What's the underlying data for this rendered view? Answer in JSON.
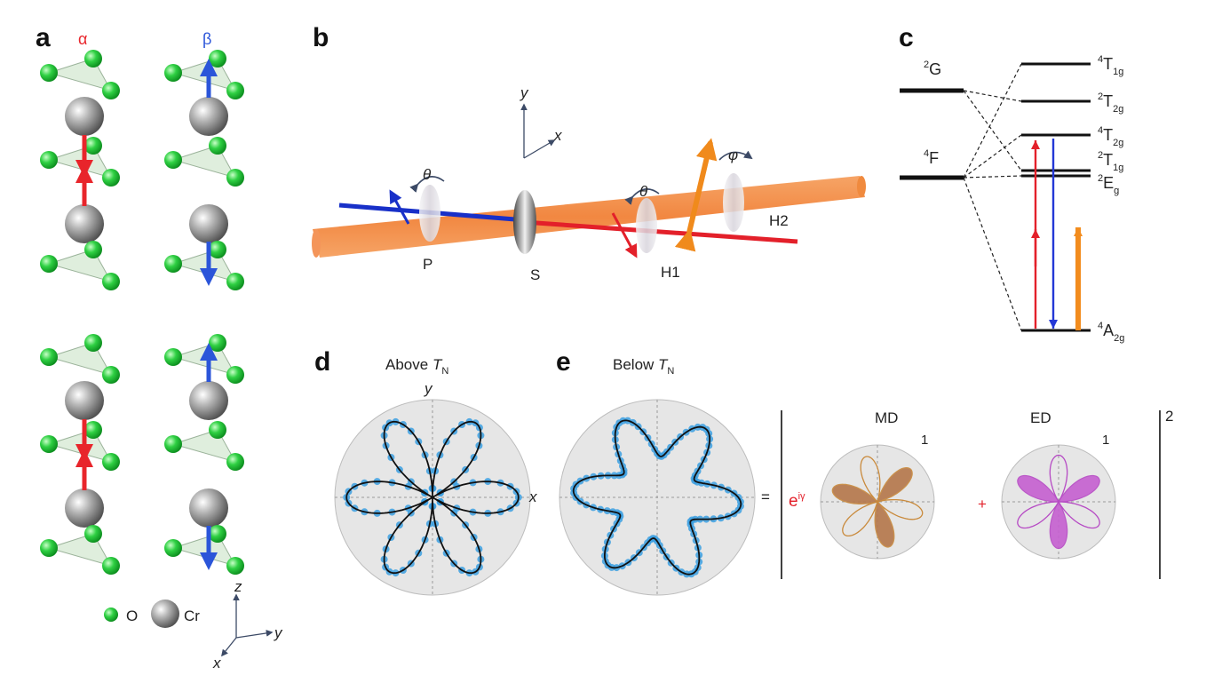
{
  "panels": {
    "a": {
      "letter": "a",
      "alpha_label": "α",
      "beta_label": "β",
      "legend": {
        "o_label": "O",
        "cr_label": "Cr"
      },
      "axes": {
        "z": "z",
        "y": "y",
        "x": "x"
      },
      "colors": {
        "oxygen": "#22c23a",
        "chromium": "#9a9a9a",
        "spin_alpha": "#e8252b",
        "spin_beta": "#2b55d9"
      }
    },
    "b": {
      "letter": "b",
      "axes": {
        "y": "y",
        "x": "x"
      },
      "theta1": "θ",
      "theta2": "θ",
      "phi": "φ",
      "labels": {
        "p": "P",
        "s": "S",
        "h1": "H1",
        "h2": "H2"
      },
      "colors": {
        "pump": "#f07a2c",
        "probe_in": "#1830c8",
        "probe_out": "#e3202a"
      }
    },
    "c": {
      "letter": "c",
      "left_levels": [
        {
          "sup": "2",
          "main": "G"
        },
        {
          "sup": "4",
          "main": "F"
        }
      ],
      "right_levels": [
        {
          "sup": "4",
          "main": "T",
          "sub": "1g"
        },
        {
          "sup": "2",
          "main": "T",
          "sub": "2g"
        },
        {
          "sup": "4",
          "main": "T",
          "sub": "2g"
        },
        {
          "sup": "2",
          "main": "T",
          "sub": "1g"
        },
        {
          "sup": "2",
          "main": "E",
          "sub": "g"
        },
        {
          "sup": "4",
          "main": "A",
          "sub": "2g"
        }
      ]
    },
    "d": {
      "letter": "d",
      "title_prefix": "Above ",
      "title_T": "T",
      "title_sub": "N",
      "axis_y": "y",
      "axis_x": "x"
    },
    "e": {
      "letter": "e",
      "title_prefix": "Below ",
      "title_T": "T",
      "title_sub": "N",
      "equals": "=",
      "phase_e": "e",
      "phase_sup": "iγ",
      "plus": "+",
      "md_label": "MD",
      "ed_label": "ED",
      "md_scale": "1",
      "ed_scale": "1",
      "exponent": "2",
      "colors": {
        "md_fill": "#b5774a",
        "md_line": "#c98a3c",
        "ed_fill": "#c55fd0",
        "ed_line": "#b64ac4",
        "data_points": "#3b9fe0"
      }
    }
  }
}
